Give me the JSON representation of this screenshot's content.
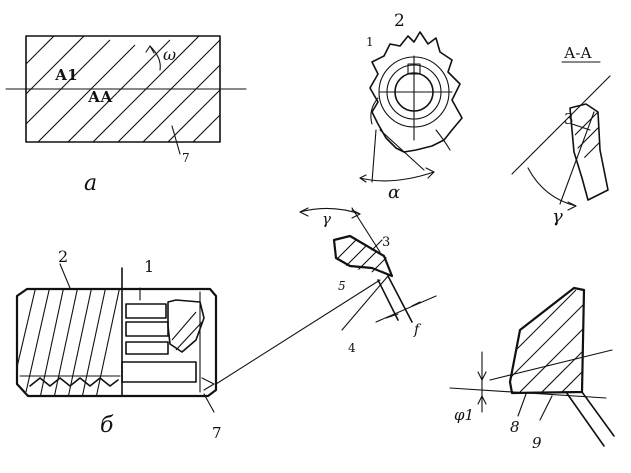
{
  "figure": {
    "label_a": "а",
    "label_b": "б",
    "section_title": "А-А"
  },
  "view_a": {
    "zone_1": "А1",
    "zone_2": "АА",
    "angle": "ω",
    "part_number": "7"
  },
  "cutter_view": {
    "number_1": "1",
    "number_2": "2",
    "angle": "α"
  },
  "section_view": {
    "number_3": "3",
    "angle": "γ"
  },
  "view_b": {
    "number_2": "2",
    "number_1": "1",
    "number_7": "7"
  },
  "detail_tooth": {
    "angle_gamma": "γ",
    "number_3": "3",
    "number_5": "5",
    "number_4": "4",
    "dim_f": "f"
  },
  "detail_corner": {
    "angle_phi1": "φ1",
    "number_8": "8",
    "number_9": "9"
  }
}
